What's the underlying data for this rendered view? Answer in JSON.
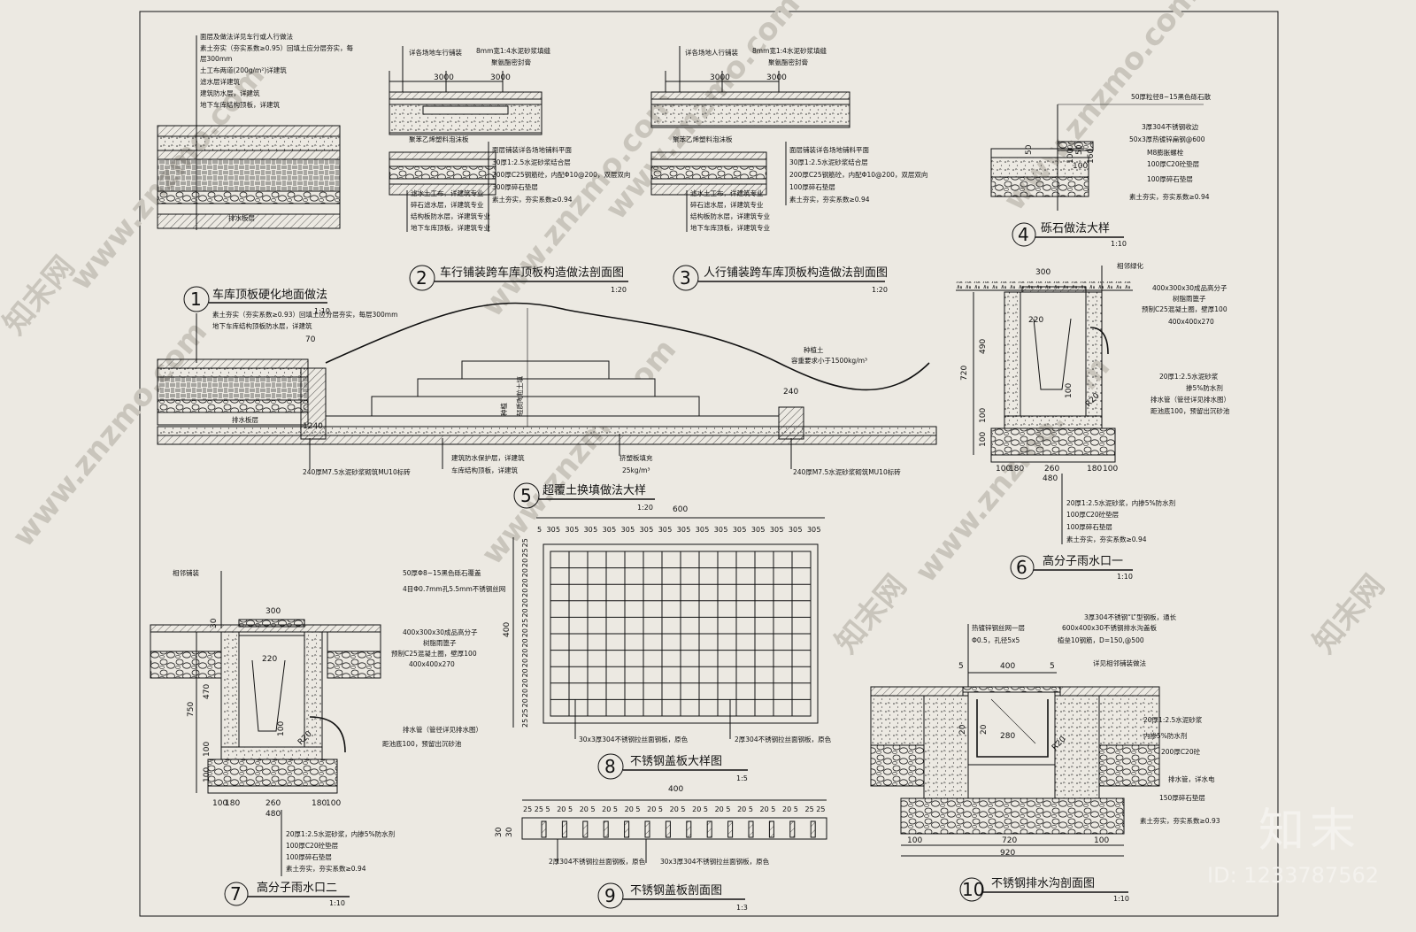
{
  "watermark": {
    "text": "www.znzmo.com",
    "cn": "知末网"
  },
  "brand": {
    "logo": "知末",
    "id": "ID: 1233787562"
  },
  "details": [
    {
      "num": "1",
      "title": "车库顶板硬化地面做法",
      "scale": "1:10",
      "notes": [
        "面层及做法详见车行或人行做法",
        "素土夯实（夯实系数≥0.95）回填土应分层夯实，每",
        "层300mm",
        "土工布两道(200g/m²)详建筑",
        "滤水层详建筑",
        "建筑防水层，详建筑",
        "地下车库结构顶板，详建筑"
      ],
      "inner": "排水板层"
    },
    {
      "num": "2",
      "title": "车行铺装跨车库顶板构造做法剖面图",
      "scale": "1:20",
      "dims": [
        "3000",
        "3000"
      ],
      "notes_top": [
        "详各场地车行铺装",
        "8mm宽1:4水泥砂浆填缝",
        "聚氨酯密封膏"
      ],
      "inner": "聚苯乙烯塑料泡沫板",
      "notes_right": [
        "面层铺装详各场地铺料平面",
        "30厚1:2.5水泥砂浆结合层",
        "200厚C25钢筋砼，内配Φ10@200，双层双向",
        "300厚碎石垫层"
      ],
      "notes_bottom": [
        "滤水土工布，详建筑专业",
        "碎石滤水层，详建筑专业",
        "结构板防水层，详建筑专业",
        "地下车库顶板，详建筑专业"
      ],
      "compact": "素土夯实，夯实系数≥0.94"
    },
    {
      "num": "3",
      "title": "人行铺装跨车库顶板构造做法剖面图",
      "scale": "1:20",
      "dims": [
        "3000",
        "3000"
      ],
      "notes_top": [
        "详各场地人行铺装",
        "8mm宽1:4水泥砂浆填缝",
        "聚氨酯密封膏"
      ],
      "inner": "聚苯乙烯塑料泡沫板",
      "notes_right": [
        "面层铺装详各场地铺料平面",
        "30厚1:2.5水泥砂浆结合层",
        "200厚C25钢筋砼，内配Φ10@200，双层双向",
        "100厚碎石垫层"
      ],
      "notes_bottom": [
        "滤水土工布，详建筑专业",
        "碎石滤水层，详建筑专业",
        "结构板防水层，详建筑专业",
        "地下车库顶板，详建筑专业"
      ],
      "compact": "素土夯实，夯实系数≥0.94"
    },
    {
      "num": "4",
      "title": "砾石做法大样",
      "scale": "1:10",
      "notes": [
        "50厚粒径8~15黑色砾石散",
        "3厚304不锈钢收边",
        "50x3厚热镀锌扁钢@600",
        "M8膨胀螺栓",
        "100厚C20砼垫层",
        "100厚碎石垫层",
        "素土夯实，夯实系数≥0.94"
      ],
      "dims": [
        "50",
        "100",
        "50",
        "160",
        "100"
      ]
    },
    {
      "num": "5",
      "title": "超覆土换填做法大样",
      "scale": "1:20",
      "notes_top": [
        "素土夯实（夯实系数≥0.93）回填土应分层夯实，每层300mm",
        "地下车库结构顶板防水层，详建筑"
      ],
      "soil": "种植土",
      "soil_note": "容重要求小于1500kg/m³",
      "dims": [
        "70",
        "240",
        "1240"
      ],
      "side_labels": [
        "轻质陶粒土填",
        "种植"
      ],
      "inner": "排水板层",
      "bottom": [
        "240厚M7.5水泥砂浆砌筑MU10标砖",
        "建筑防水保护层，详建筑",
        "车库结构顶板，详建筑",
        "挤塑板填充",
        "25kg/m³",
        "240厚M7.5水泥砂浆砌筑MU10标砖"
      ]
    },
    {
      "num": "6",
      "title": "高分子雨水口一",
      "scale": "1:10",
      "notes": [
        "相邻绿化",
        "400x300x30成品高分子",
        "树脂雨篦子",
        "预制C25混凝土圈，壁厚100",
        "400x400x270",
        "20厚1:2.5水泥砂浆",
        "掺5%防水剂",
        "排水管（管径详见排水图）",
        "距池底100，预留出沉砂池"
      ],
      "dims": [
        "300",
        "220",
        "720",
        "490",
        "100",
        "100",
        "100",
        "R20",
        "100",
        "180",
        "260",
        "180",
        "100",
        "480"
      ],
      "bottom": [
        "20厚1:2.5水泥砂浆，内掺5%防水剂",
        "100厚C20砼垫层",
        "100厚碎石垫层",
        "素土夯实，夯实系数≥0.94"
      ]
    },
    {
      "num": "7",
      "title": "高分子雨水口二",
      "scale": "1:10",
      "notes": [
        "相邻铺装",
        "50厚Φ8~15黑色砾石覆盖",
        "4目Φ0.7mm孔5.5mm不锈钢丝网",
        "400x300x30成品高分子",
        "树脂雨篦子",
        "预制C25混凝土圈，壁厚100",
        "400x400x270",
        "排水管（管径详见排水图）",
        "距池底100，预留出沉砂池"
      ],
      "dims": [
        "300",
        "30",
        "220",
        "750",
        "470",
        "100",
        "R20",
        "100",
        "100",
        "100",
        "180",
        "260",
        "180",
        "100",
        "480"
      ],
      "bottom": [
        "20厚1:2.5水泥砂浆，内掺5%防水剂",
        "100厚C20砼垫层",
        "100厚碎石垫层",
        "素土夯实，夯实系数≥0.94"
      ]
    },
    {
      "num": "8",
      "title": "不锈钢盖板大样图",
      "scale": "1:5",
      "top_dim": "600",
      "side_dim": "400",
      "top_dims": [
        "5",
        "30",
        "5",
        "30",
        "5",
        "30",
        "5",
        "30",
        "5",
        "30",
        "5",
        "30",
        "5",
        "30",
        "5",
        "30",
        "5",
        "30",
        "5",
        "30",
        "5",
        "30",
        "5",
        "30",
        "5",
        "30",
        "5",
        "30",
        "5",
        "30",
        "5"
      ],
      "side_dims": [
        "25",
        "25",
        "20",
        "20",
        "20",
        "20",
        "20",
        "20",
        "25",
        "20",
        "20",
        "20",
        "20",
        "20",
        "20",
        "20",
        "20",
        "25",
        "25"
      ],
      "notes": [
        "30x3厚304不锈钢拉丝面钢板，原色",
        "2厚304不锈钢拉丝面钢板，原色"
      ]
    },
    {
      "num": "9",
      "title": "不锈钢盖板剖面图",
      "scale": "1:3",
      "top_dim": "400",
      "dims": [
        "25",
        "25",
        "5",
        "20",
        "5",
        "20",
        "5",
        "20",
        "5",
        "20",
        "5",
        "20",
        "5",
        "20",
        "5",
        "20",
        "5",
        "20",
        "5",
        "20",
        "5",
        "20",
        "5",
        "20",
        "5",
        "25",
        "25"
      ],
      "side": [
        "30",
        "30"
      ],
      "notes": [
        "2厚304不锈钢拉丝面钢板，原色",
        "30x3厚304不锈钢拉丝面钢板，原色"
      ]
    },
    {
      "num": "10",
      "title": "不锈钢排水沟剖面图",
      "scale": "1:10",
      "notes": [
        "3厚304不锈钢“L”型钢板，通长",
        "热镀锌钢丝网一层",
        "600x400x30不锈钢排水沟盖板",
        "Φ0.5，孔径5x5",
        "植垒10钢筋，D=150,@500",
        "详见相邻铺装做法",
        "20厚1:2.5水泥砂浆",
        "内掺5%防水剂",
        "200厚C20砼",
        "排水管，详水电",
        "150厚碎石垫层",
        "素土夯实，夯实系数≥0.93"
      ],
      "dims": [
        "400",
        "5",
        "5",
        "20",
        "20",
        "280",
        "R20",
        "100",
        "720",
        "100",
        "920"
      ]
    }
  ]
}
